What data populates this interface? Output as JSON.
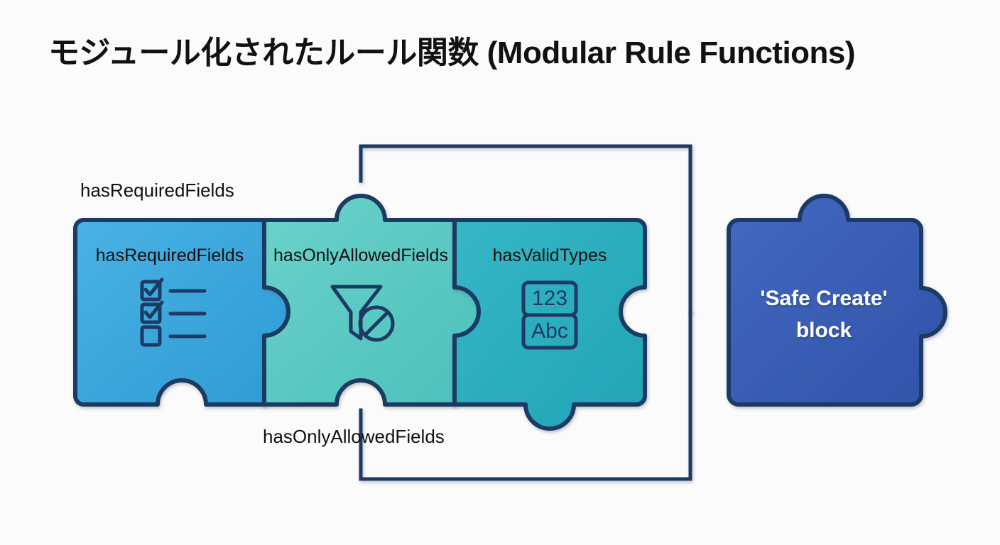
{
  "title": "モジュール化されたルール関数 (Modular Rule Functions)",
  "colors": {
    "background": "#FBFBFB",
    "outline": "#1C3A63",
    "piece1": "#3DA8DE",
    "piece2": "#5BC8C2",
    "piece3": "#2BAEBF",
    "safe_block": "#3B5EB5",
    "text_dark": "#111111",
    "text_light": "#FFFFFF"
  },
  "pieces": [
    {
      "id": "has-required-fields",
      "label": "hasRequiredFields",
      "color": "#3DA8DE",
      "icon": "checklist-icon"
    },
    {
      "id": "has-only-allowed-fields",
      "label": "hasOnlyAllowedFields",
      "color": "#5BC8C2",
      "icon": "filter-blocked-icon"
    },
    {
      "id": "has-valid-types",
      "label": "hasValidTypes",
      "color": "#2BAEBF",
      "icon": "type-badges-icon",
      "icon_texts": [
        "123",
        "Abc"
      ]
    }
  ],
  "result_block": {
    "id": "safe-create-block",
    "line1": "'Safe Create'",
    "line2": "block",
    "color": "#3B5EB5"
  },
  "callouts": [
    {
      "id": "callout-top",
      "text": "hasRequiredFields"
    },
    {
      "id": "callout-bottom",
      "text": "hasOnlyAllowedFields"
    }
  ]
}
